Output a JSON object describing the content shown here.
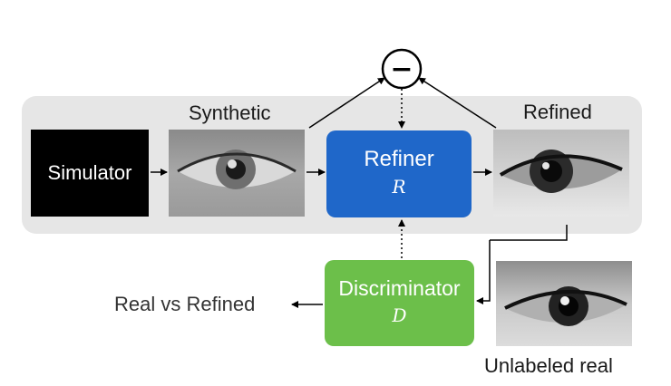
{
  "labels": {
    "synthetic": "Synthetic",
    "refined": "Refined",
    "unlabeled_real": "Unlabeled real",
    "real_vs_refined": "Real vs Refined"
  },
  "simulator": {
    "label": "Simulator"
  },
  "refiner": {
    "label": "Refiner",
    "symbol": "R",
    "color": "#1f67c9"
  },
  "discriminator": {
    "label": "Discriminator",
    "symbol": "D",
    "color": "#6cbf4a"
  },
  "minus_node": {
    "symbol": "−"
  },
  "colors": {
    "band": "#e6e6e6",
    "simulator_box": "#000000"
  }
}
